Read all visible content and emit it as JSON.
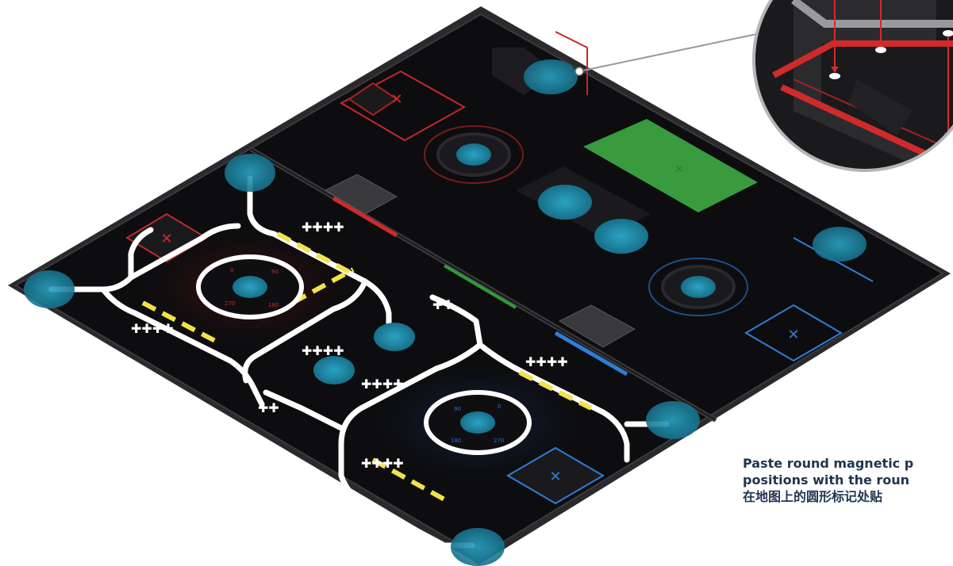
{
  "caption": {
    "line1": "Paste round magnetic p",
    "line2": "positions with the roun",
    "line3": "在地图上的圆形标记处贴"
  },
  "ring_labels": {
    "red_ring": [
      "0",
      "90",
      "180",
      "270"
    ],
    "blue_ring": [
      "0",
      "90",
      "180",
      "270"
    ]
  },
  "colors": {
    "board": "#0d0d0f",
    "frame": "#2a2a2d",
    "track": "#ffffff",
    "dash": "#f2e24a",
    "red_accent": "#e3262b",
    "blue_accent": "#2d7fd6",
    "magnet": "#1f8fae",
    "green_panel": "#3a9a3e",
    "caption_text": "#1f3550"
  },
  "icons": [
    "magnet-marker-icon",
    "cross-marker-icon",
    "center-ring-icon",
    "callout-pointer-icon"
  ]
}
